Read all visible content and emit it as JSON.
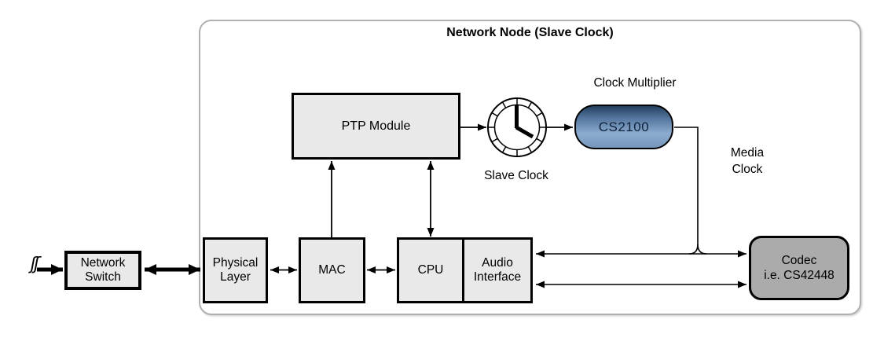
{
  "diagram": {
    "title": "Network Node (Slave Clock)",
    "nodes": {
      "network_switch": {
        "lines": [
          "Network",
          "Switch"
        ]
      },
      "physical_layer": {
        "lines": [
          "Physical",
          "Layer"
        ]
      },
      "mac": {
        "label": "MAC"
      },
      "cpu": {
        "label": "CPU"
      },
      "audio_interface": {
        "lines": [
          "Audio",
          "Interface"
        ]
      },
      "ptp_module": {
        "label": "PTP Module"
      },
      "cs2100": {
        "label": "CS2100"
      },
      "codec": {
        "lines": [
          "Codec",
          "i.e. CS42448"
        ]
      }
    },
    "labels": {
      "clock_multiplier": "Clock Multiplier",
      "slave_clock": "Slave Clock",
      "media_clock_line1": "Media",
      "media_clock_line2": "Clock",
      "network_break_symbol": "ʃʃ"
    },
    "colors": {
      "box_fill": "#e9e9e9",
      "box_border": "#000000",
      "frame_border": "#b0b0b0",
      "cs2100_gradient_top": "#23405f",
      "cs2100_gradient_light": "#8caccf",
      "cs2100_text": "#10233c",
      "codec_fill": "#ababab",
      "wire_color": "#000000"
    }
  }
}
